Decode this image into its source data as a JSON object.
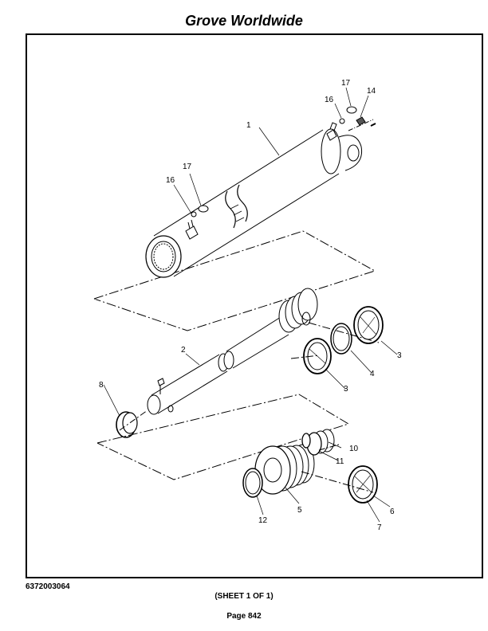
{
  "header": {
    "title": "Grove Worldwide"
  },
  "diagram": {
    "callouts": {
      "c1": "1",
      "c2": "2",
      "c3a": "3",
      "c3b": "3",
      "c4": "4",
      "c5": "5",
      "c6": "6",
      "c7": "7",
      "c8": "8",
      "c10": "10",
      "c11": "11",
      "c12": "12",
      "c14": "14",
      "c16a": "16",
      "c16b": "16",
      "c17a": "17",
      "c17b": "17"
    }
  },
  "footer": {
    "part_number": "6372003064",
    "sheet": "(SHEET 1 OF 1)",
    "page": "Page 842"
  }
}
